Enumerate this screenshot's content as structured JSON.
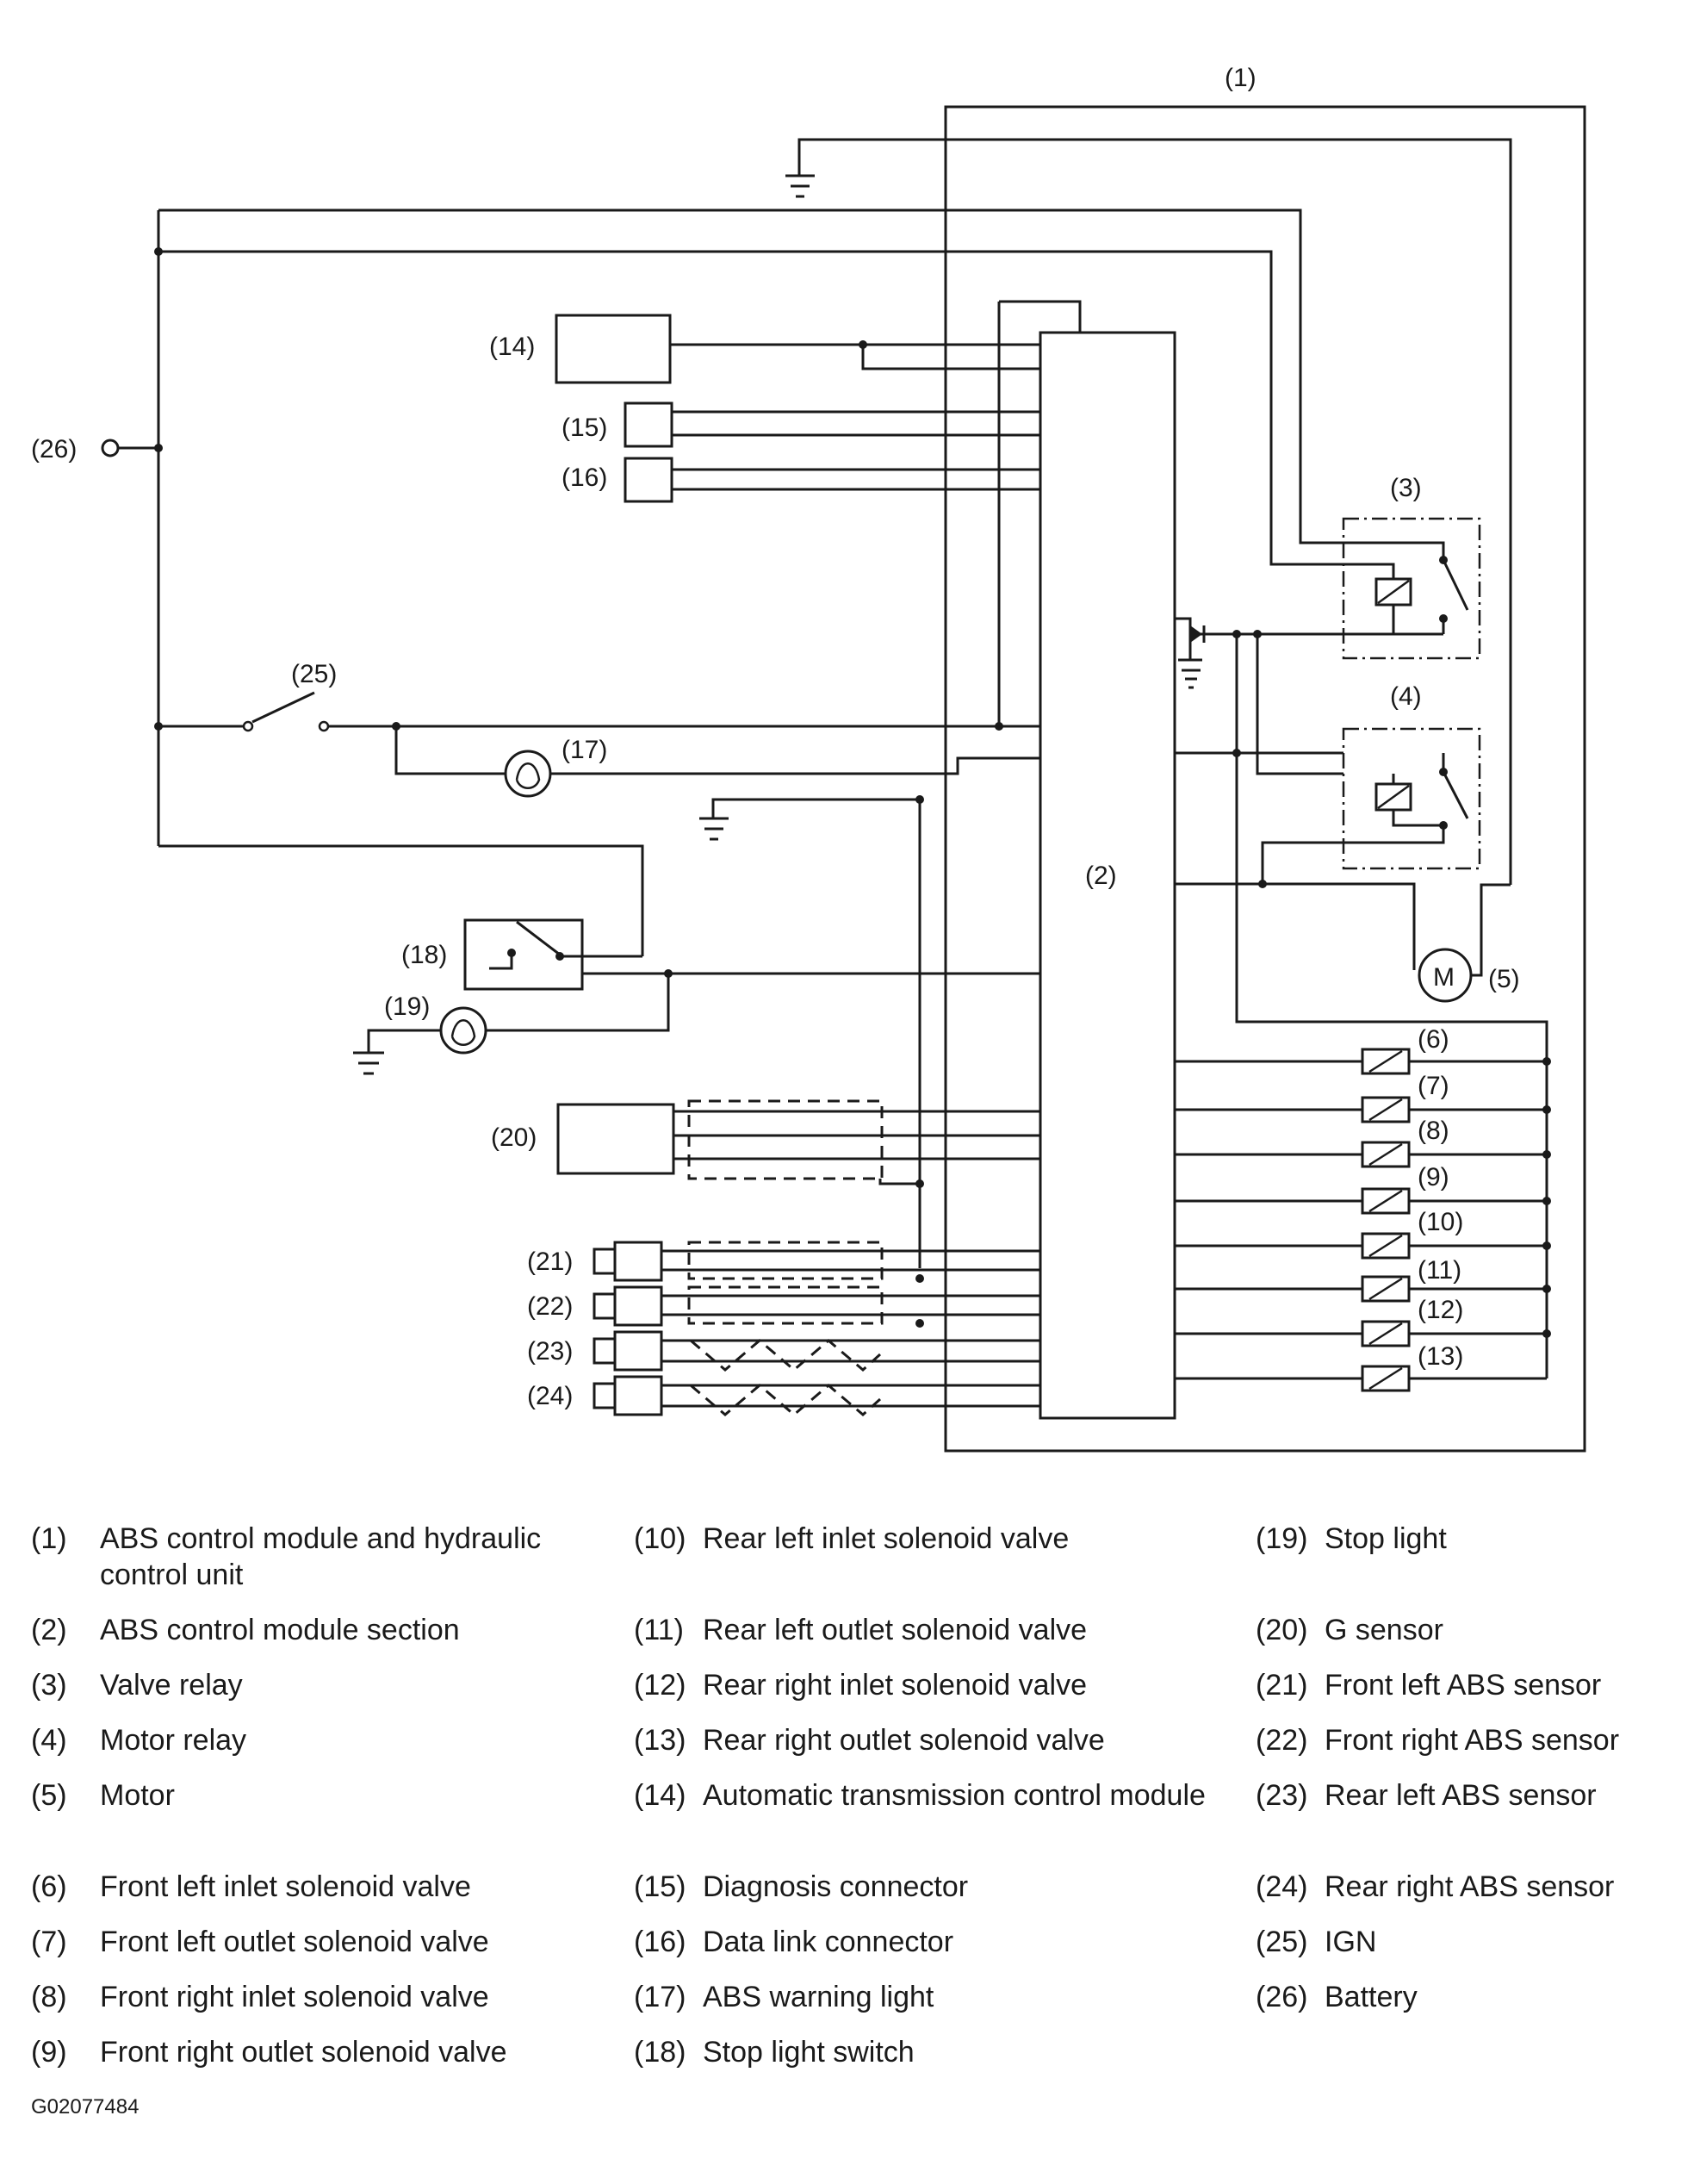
{
  "diagram": {
    "labels": {
      "l1": "(1)",
      "l2": "(2)",
      "l3": "(3)",
      "l4": "(4)",
      "l5": "(5)",
      "l6": "(6)",
      "l7": "(7)",
      "l8": "(8)",
      "l9": "(9)",
      "l10": "(10)",
      "l11": "(11)",
      "l12": "(12)",
      "l13": "(13)",
      "l14": "(14)",
      "l15": "(15)",
      "l16": "(16)",
      "l17": "(17)",
      "l18": "(18)",
      "l19": "(19)",
      "l20": "(20)",
      "l21": "(21)",
      "l22": "(22)",
      "l23": "(23)",
      "l24": "(24)",
      "l25": "(25)",
      "l26": "(26)"
    },
    "motor_symbol": "M"
  },
  "legend": [
    [
      {
        "num": "(1)",
        "text": "ABS control module and hydraulic control unit"
      },
      {
        "num": "(2)",
        "text": "ABS control module section"
      },
      {
        "num": "(3)",
        "text": "Valve relay"
      },
      {
        "num": "(4)",
        "text": "Motor relay"
      },
      {
        "num": "(5)",
        "text": "Motor"
      },
      {
        "num": "(6)",
        "text": "Front left inlet solenoid valve"
      },
      {
        "num": "(7)",
        "text": "Front left outlet solenoid valve"
      },
      {
        "num": "(8)",
        "text": "Front right inlet solenoid valve"
      },
      {
        "num": "(9)",
        "text": "Front right outlet solenoid valve"
      }
    ],
    [
      {
        "num": "(10)",
        "text": "Rear left inlet solenoid valve"
      },
      {
        "num": "(11)",
        "text": "Rear left outlet solenoid valve"
      },
      {
        "num": "(12)",
        "text": "Rear right inlet solenoid valve"
      },
      {
        "num": "(13)",
        "text": "Rear right outlet solenoid valve"
      },
      {
        "num": "(14)",
        "text": "Automatic transmission control module"
      },
      {
        "num": "(15)",
        "text": "Diagnosis connector"
      },
      {
        "num": "(16)",
        "text": "Data link connector"
      },
      {
        "num": "(17)",
        "text": "ABS warning light"
      },
      {
        "num": "(18)",
        "text": "Stop light switch"
      }
    ],
    [
      {
        "num": "(19)",
        "text": "Stop light"
      },
      {
        "num": "(20)",
        "text": "G sensor"
      },
      {
        "num": "(21)",
        "text": "Front left ABS sensor"
      },
      {
        "num": "(22)",
        "text": "Front right ABS sensor"
      },
      {
        "num": "(23)",
        "text": "Rear left ABS sensor"
      },
      {
        "num": "(24)",
        "text": "Rear right ABS sensor"
      },
      {
        "num": "(25)",
        "text": "IGN"
      },
      {
        "num": "(26)",
        "text": "Battery"
      }
    ]
  ],
  "figure_id": "G02077484"
}
